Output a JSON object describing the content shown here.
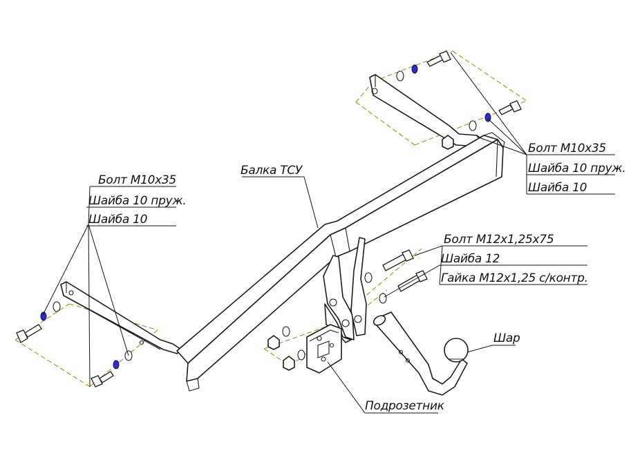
{
  "colors": {
    "line": "#1a1a1a",
    "axis_dashed": "#b08a1e",
    "washer_blue": "#2a2ad8",
    "background": "#ffffff"
  },
  "labels": {
    "left_bolt_group": {
      "bolt": "Болт М10х35",
      "spring_washer": "Шайба 10 пруж.",
      "washer": "Шайба 10"
    },
    "right_bolt_group": {
      "bolt": "Болт М10х35",
      "spring_washer": "Шайба 10 пруж.",
      "washer": "Шайба 10"
    },
    "center_bolt_group": {
      "bolt": "Болт М12х1,25х75",
      "washer": "Шайба 12",
      "nut": "Гайка М12х1,25 с/контр."
    },
    "beam": "Балка ТСУ",
    "ball": "Шар",
    "socket_plate": "Подрозетник"
  }
}
